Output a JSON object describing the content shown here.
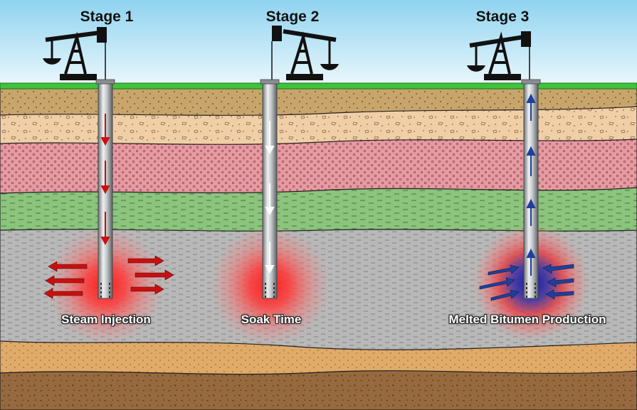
{
  "colors": {
    "sky_top": "#8fd3ef",
    "sky_bottom": "#eef9fd",
    "grass": "#3cc43c",
    "steam": "#ff2a2a",
    "steam_arrow": "#cc1010",
    "production_glow": "#1a2ea0",
    "production_arrow": "#1f3f9a",
    "pipe": "#c0c4c6"
  },
  "layers": [
    {
      "name": "topsoil",
      "fill": "#c8a56b"
    },
    {
      "name": "gravel-sand",
      "fill": "#f1cfa6"
    },
    {
      "name": "pink-sandstone",
      "fill": "#e69aa2"
    },
    {
      "name": "green-shale",
      "fill": "#8cc47e"
    },
    {
      "name": "oil-sand-reservoir",
      "fill": "#b5b5b5"
    },
    {
      "name": "lower-sand",
      "fill": "#e0aa68"
    },
    {
      "name": "bedrock",
      "fill": "#96693f"
    }
  ],
  "stages": [
    {
      "title": "Stage 1",
      "caption": "Steam Injection",
      "flow": "down",
      "glow": "red",
      "icon": "pumpjack-icon"
    },
    {
      "title": "Stage 2",
      "caption": "Soak Time",
      "flow": "down",
      "glow": "red",
      "icon": "pumpjack-icon"
    },
    {
      "title": "Stage 3",
      "caption": "Melted Bitumen Production",
      "flow": "up",
      "glow": "blue",
      "icon": "pumpjack-icon"
    }
  ]
}
